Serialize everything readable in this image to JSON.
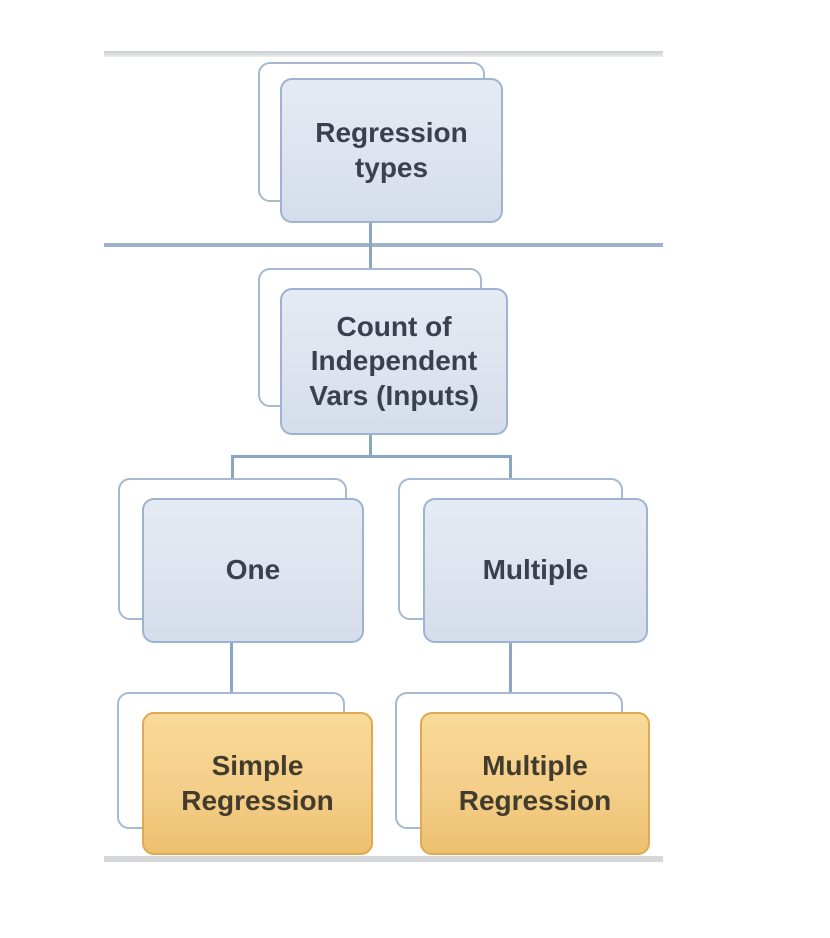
{
  "diagram": {
    "type": "flowchart",
    "nodes": [
      {
        "id": "regression-types",
        "label": "Regression\ntypes",
        "variant": "blue"
      },
      {
        "id": "count-of-independent-vars",
        "label": "Count of\nIndependent\nVars (Inputs)",
        "variant": "blue"
      },
      {
        "id": "one",
        "label": "One",
        "variant": "blue"
      },
      {
        "id": "multiple",
        "label": "Multiple",
        "variant": "blue"
      },
      {
        "id": "simple-regression",
        "label": "Simple\nRegression",
        "variant": "yellow"
      },
      {
        "id": "multiple-regression",
        "label": "Multiple\nRegression",
        "variant": "yellow"
      }
    ],
    "edges": [
      {
        "from": "regression-types",
        "to": "count-of-independent-vars"
      },
      {
        "from": "count-of-independent-vars",
        "to": "one"
      },
      {
        "from": "count-of-independent-vars",
        "to": "multiple"
      },
      {
        "from": "one",
        "to": "simple-regression"
      },
      {
        "from": "multiple",
        "to": "multiple-regression"
      }
    ],
    "colors": {
      "blue_node_fill": "#dde4ef",
      "blue_node_border": "#9db3d1",
      "blue_node_text": "#3a4050",
      "shadow_box_border": "#a5b9d2",
      "yellow_node_fill": "#f4ce89",
      "yellow_node_border": "#dfa851",
      "yellow_node_text": "#413c2c",
      "connector": "#8ba6c5",
      "blue_divider": "#9fb2ca",
      "gray_divider": "#d6d7db"
    }
  }
}
